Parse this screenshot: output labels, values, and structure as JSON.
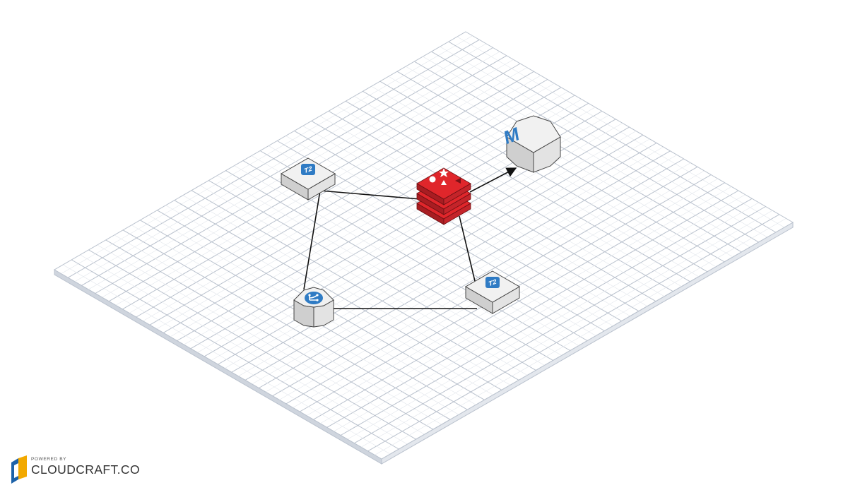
{
  "diagram": {
    "nodes": [
      {
        "id": "t2-top-left",
        "kind": "ec2-instance",
        "label": "T2",
        "icon": "t2-badge"
      },
      {
        "id": "redis-cache",
        "kind": "redis-cache",
        "label": "",
        "icon": "redis-stack"
      },
      {
        "id": "memcached",
        "kind": "elasticache-memcached",
        "label": "M",
        "icon": "m-letter"
      },
      {
        "id": "t2-bottom-right",
        "kind": "ec2-instance",
        "label": "T2",
        "icon": "t2-badge"
      },
      {
        "id": "load-balancer",
        "kind": "load-balancer",
        "label": "",
        "icon": "fork-icon"
      }
    ],
    "edges": [
      {
        "from": "t2-top-left",
        "to": "redis-cache",
        "arrow": false
      },
      {
        "from": "redis-cache",
        "to": "t2-bottom-right",
        "arrow": false
      },
      {
        "from": "t2-bottom-right",
        "to": "load-balancer",
        "arrow": false
      },
      {
        "from": "load-balancer",
        "to": "t2-top-left",
        "arrow": false
      },
      {
        "from": "redis-cache",
        "to": "memcached",
        "arrow": true
      }
    ]
  },
  "colors": {
    "grid_major": "#b9c1cd",
    "grid_minor": "#e2e6ec",
    "badge_blue": "#2f7bc4",
    "redis_red": "#e0262b",
    "box_top": "#f1f1f1",
    "box_left": "#cfcfcf",
    "box_right": "#e3e3e3"
  },
  "branding": {
    "powered_by": "POWERED BY",
    "name": "CLOUDCRAFT.CO"
  }
}
